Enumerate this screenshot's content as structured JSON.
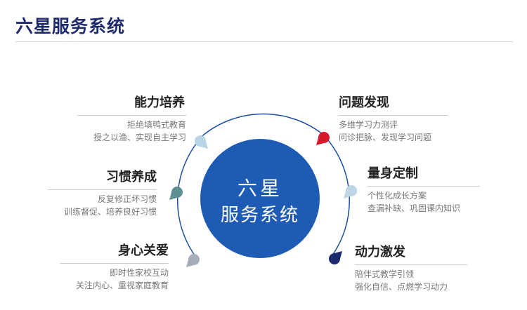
{
  "title": "六星服务系统",
  "center": {
    "line1": "六星",
    "line2": "服务系统",
    "color": "#1e5bb5"
  },
  "items": [
    {
      "title": "能力培养",
      "line1": "拒绝填鸭式教育",
      "line2": "授之以渔、实现自主学习",
      "side": "left",
      "dot_color": "#b9d4e4"
    },
    {
      "title": "习惯养成",
      "line1": "反复修正坏习惯",
      "line2": "训练督促、培养良好习惯",
      "side": "left",
      "dot_color": "#5e8f92"
    },
    {
      "title": "身心关爱",
      "line1": "即时性家校互动",
      "line2": "关注内心、重视家庭教育",
      "side": "left",
      "dot_color": "#a7adb8"
    },
    {
      "title": "问题发现",
      "line1": "多维学习力测评",
      "line2": "问诊把脉、发现学习问题",
      "side": "right",
      "dot_color": "#d6192b"
    },
    {
      "title": "量身定制",
      "line1": "个性化成长方案",
      "line2": "查漏补缺、巩固课内知识",
      "side": "right",
      "dot_color": "#bcd6e6"
    },
    {
      "title": "动力激发",
      "line1": "陪伴式教学引领",
      "line2": "强化自信、点燃学习动力",
      "side": "right",
      "dot_color": "#1a2a6c"
    }
  ],
  "arc_color": "#1e4fa3"
}
